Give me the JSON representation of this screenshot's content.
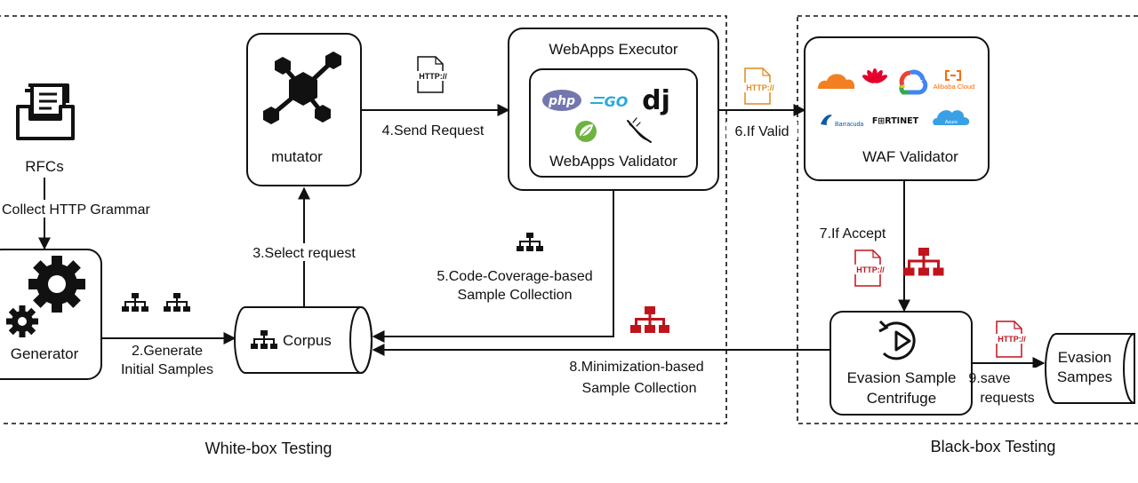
{
  "nodes": {
    "rfcs": "RFCs",
    "generator": "Generator",
    "mutator": "mutator",
    "corpus": "Corpus",
    "executor": "WebApps Executor",
    "validator": "WebApps Validator",
    "waf_validator": "WAF Validator",
    "centrifuge_line1": "Evasion Sample",
    "centrifuge_line2": "Centrifuge",
    "evasion_line1": "Evasion",
    "evasion_line2": "Sampes"
  },
  "edges": {
    "collect": "Collect HTTP Grammar",
    "generate_line1": "2.Generate",
    "generate_line2": "Initial Samples",
    "select": "3.Select request",
    "send": "4.Send Request",
    "coverage_line1": "5.Code-Coverage-based",
    "coverage_line2": "Sample Collection",
    "if_valid": "6.If Valid",
    "if_accept": "7.If Accept",
    "minimization_line1": "8.Minimization-based",
    "minimization_line2": "Sample Collection",
    "save_line1": "9.save",
    "save_line2": "requests"
  },
  "regions": {
    "white_box": "White-box Testing",
    "black_box": "Black-box Testing"
  },
  "icons": {
    "http_label": "HTTP://",
    "php": "php",
    "go": "GO",
    "django": "dj",
    "alibaba": "Alibaba Cloud",
    "barracuda": "Barracuda",
    "fortinet": "F⊞RTINET",
    "azure": "Azure"
  },
  "colors": {
    "black_ink": "#111111",
    "red_tree": "#c0141c",
    "orange_http": "#e08a1e",
    "red_http": "#c0141c",
    "php": "#7377ad",
    "go": "#29a9d9",
    "spring": "#6db33f",
    "cloudflare": "#f38020",
    "huawei": "#e4002b",
    "alibaba": "#ff6a00",
    "barracuda": "#0a5aa8",
    "azure": "#3aa0e6"
  }
}
